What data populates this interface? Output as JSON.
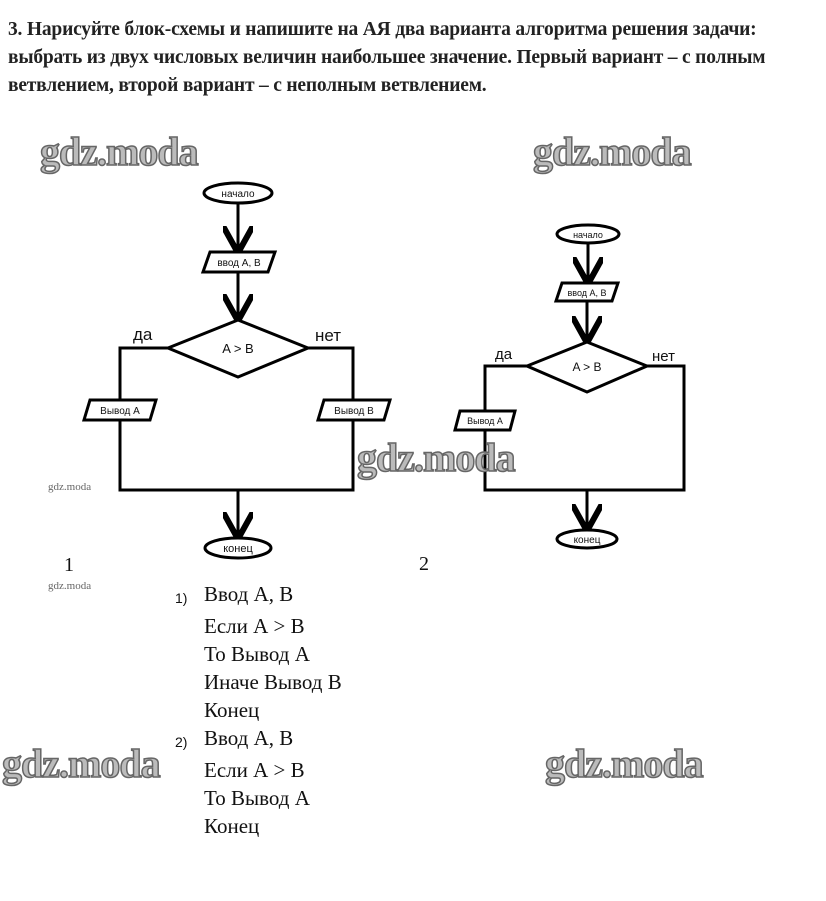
{
  "task": {
    "text": "3.   Нарисуйте блок-схемы и напишите на АЯ два варианта алгоритма решения задачи: выбрать из двух числовых величин наибольшее значение. Первый вариант – с полным ветвлением, второй вариант – с неполным ветвлением."
  },
  "watermark": "gdz.moda",
  "flowchart1": {
    "start": "начало",
    "input": "ввод А, В",
    "condition": "A > B",
    "yes": "да",
    "no": "нет",
    "out_yes": "Вывод А",
    "out_no": "Вывод В",
    "end": "конец",
    "label": "1"
  },
  "flowchart2": {
    "start": "начало",
    "input": "ввод А, В",
    "condition": "A > B",
    "yes": "да",
    "no": "нет",
    "out_yes": "Вывод А",
    "end": "конец",
    "label": "2"
  },
  "algorithms": [
    {
      "num": "1)",
      "lines": [
        "Ввод А, В",
        "Если А > В",
        "То Вывод А",
        "Иначе Вывод В",
        "Конец"
      ]
    },
    {
      "num": "2)",
      "lines": [
        "Ввод А, В",
        "Если А > В",
        "То Вывод А",
        "Конец"
      ]
    }
  ]
}
